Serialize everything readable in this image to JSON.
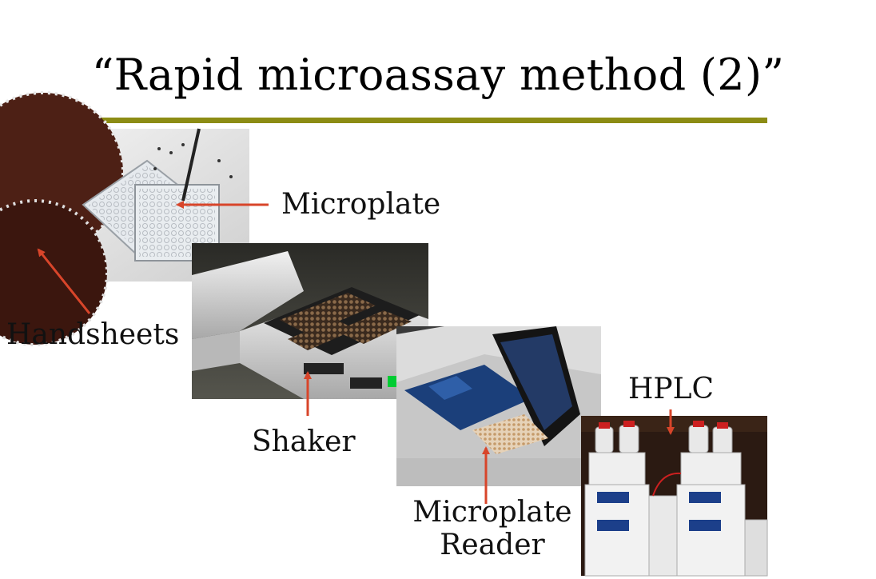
{
  "slide": {
    "title": "“Rapid microassay method (2)”",
    "accent_color": "#8c8c14",
    "arrow_color": "#d8452a"
  },
  "labels": {
    "microplate": "Microplate",
    "handsheets": "Handsheets",
    "shaker": "Shaker",
    "microplate_reader_line1": "Microplate",
    "microplate_reader_line2": "Reader",
    "hplc": "HPLC"
  }
}
